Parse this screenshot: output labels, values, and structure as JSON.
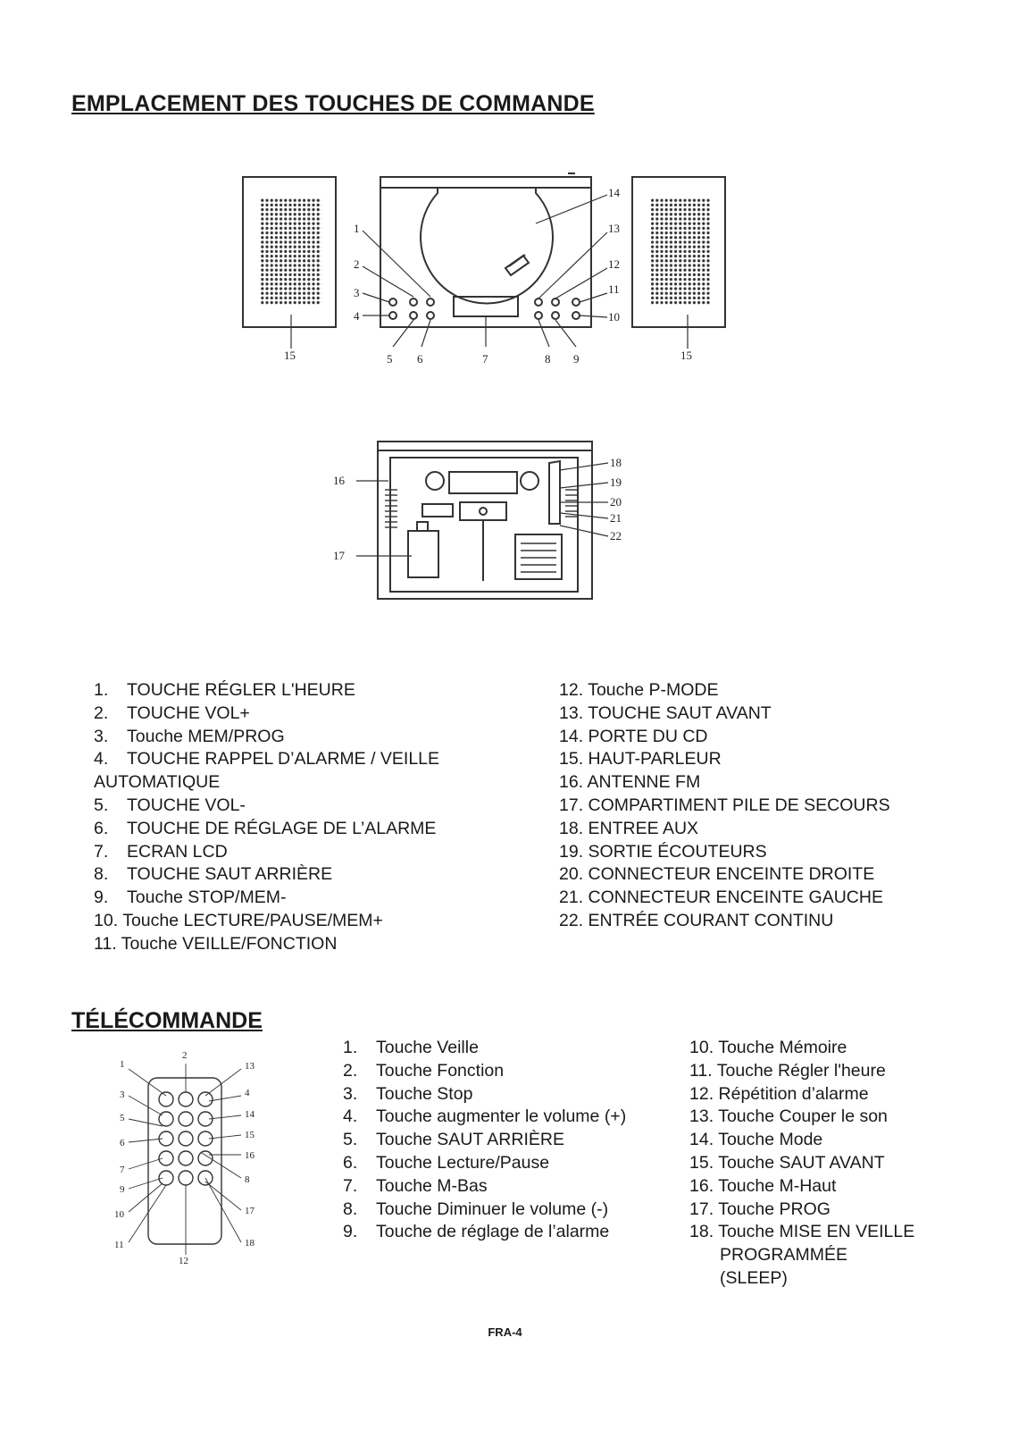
{
  "section1": {
    "title": "EMPLACEMENT DES TOUCHES DE COMMANDE"
  },
  "front_callouts": [
    "1",
    "2",
    "3",
    "4",
    "5",
    "6",
    "7",
    "8",
    "9",
    "10",
    "11",
    "12",
    "13",
    "14",
    "15",
    "15"
  ],
  "back_callouts": [
    "16",
    "17",
    "18",
    "19",
    "20",
    "21",
    "22"
  ],
  "controls_left": [
    {
      "num": "1.",
      "text": "TOUCHE RÉGLER L'HEURE"
    },
    {
      "num": "2.",
      "text": "TOUCHE VOL+"
    },
    {
      "num": "3.",
      "text": "Touche MEM/PROG"
    },
    {
      "num": "4.",
      "text": "TOUCHE RAPPEL D’ALARME / VEILLE"
    },
    {
      "num": "",
      "text": "AUTOMATIQUE"
    },
    {
      "num": "5.",
      "text": "TOUCHE VOL-"
    },
    {
      "num": "6.",
      "text": "TOUCHE DE RÉGLAGE DE L’ALARME"
    },
    {
      "num": "7.",
      "text": "ECRAN LCD"
    },
    {
      "num": "8.",
      "text": "TOUCHE SAUT ARRIÈRE"
    },
    {
      "num": "9.",
      "text": "Touche STOP/MEM-"
    },
    {
      "num": "10.",
      "text": "Touche LECTURE/PAUSE/MEM+"
    },
    {
      "num": "11.",
      "text": "Touche VEILLE/FONCTION"
    }
  ],
  "controls_right": [
    {
      "num": "12.",
      "text": "Touche P-MODE"
    },
    {
      "num": "13.",
      "text": "TOUCHE SAUT AVANT"
    },
    {
      "num": "14.",
      "text": "PORTE DU CD"
    },
    {
      "num": "15.",
      "text": "HAUT-PARLEUR"
    },
    {
      "num": "16.",
      "text": "ANTENNE FM"
    },
    {
      "num": "17.",
      "text": "COMPARTIMENT PILE DE SECOURS"
    },
    {
      "num": "18.",
      "text": "ENTREE AUX"
    },
    {
      "num": "19.",
      "text": "SORTIE ÉCOUTEURS"
    },
    {
      "num": "20.",
      "text": "CONNECTEUR ENCEINTE DROITE"
    },
    {
      "num": "21.",
      "text": "CONNECTEUR ENCEINTE GAUCHE"
    },
    {
      "num": "22.",
      "text": "ENTRÉE COURANT CONTINU"
    }
  ],
  "section2": {
    "title": "TÉLÉCOMMANDE"
  },
  "remote_callouts": [
    "1",
    "2",
    "13",
    "3",
    "4",
    "5",
    "14",
    "6",
    "15",
    "16",
    "7",
    "8",
    "9",
    "10",
    "17",
    "11",
    "18",
    "12"
  ],
  "remote_left": [
    {
      "num": "1.",
      "text": "Touche Veille"
    },
    {
      "num": "2.",
      "text": "Touche Fonction"
    },
    {
      "num": "3.",
      "text": "Touche Stop"
    },
    {
      "num": "4.",
      "text": "Touche augmenter le volume (+)"
    },
    {
      "num": "5.",
      "text": "Touche SAUT ARRIÈRE"
    },
    {
      "num": "6.",
      "text": "Touche Lecture/Pause"
    },
    {
      "num": "7.",
      "text": "Touche M-Bas"
    },
    {
      "num": "8.",
      "text": "Touche Diminuer le volume (-)"
    },
    {
      "num": "9.",
      "text": "Touche de réglage de l’alarme"
    }
  ],
  "remote_right": [
    {
      "num": "10.",
      "text": "Touche Mémoire"
    },
    {
      "num": "11.",
      "text": "Touche Régler l'heure"
    },
    {
      "num": "12.",
      "text": "Répétition d’alarme"
    },
    {
      "num": "13.",
      "text": "Touche Couper le son"
    },
    {
      "num": "14.",
      "text": "Touche Mode"
    },
    {
      "num": "15.",
      "text": "Touche SAUT AVANT"
    },
    {
      "num": "16.",
      "text": "Touche M-Haut"
    },
    {
      "num": "17.",
      "text": "Touche PROG"
    },
    {
      "num": "18.",
      "text": "Touche MISE EN VEILLE"
    },
    {
      "num": "",
      "text": "PROGRAMMÉE"
    },
    {
      "num": "",
      "text": "(SLEEP)"
    }
  ],
  "footer": {
    "page": "FRA-4"
  }
}
